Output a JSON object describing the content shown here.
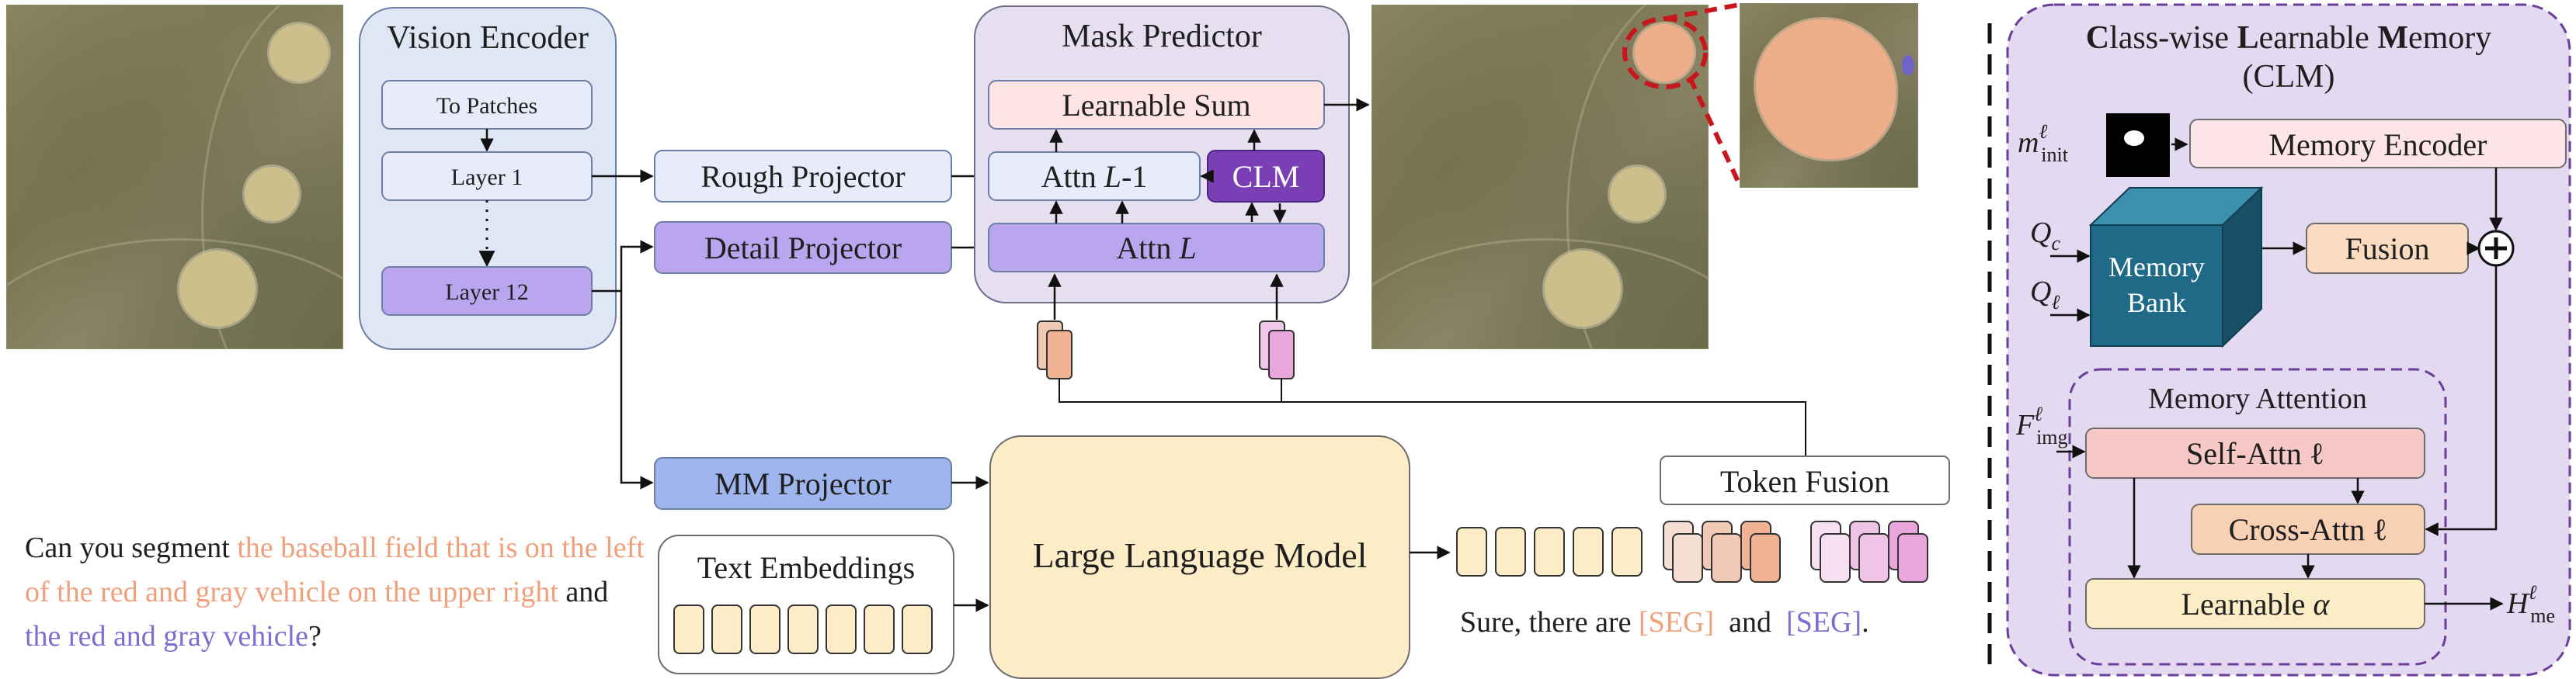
{
  "vision_encoder": {
    "title": "Vision Encoder",
    "to_patches": "To Patches",
    "layer_first": "Layer 1",
    "layer_last": "Layer 12"
  },
  "projectors": {
    "rough": "Rough Projector",
    "detail": "Detail Projector",
    "mm": "MM Projector"
  },
  "mask_predictor": {
    "title": "Mask Predictor",
    "learnable_sum": "Learnable Sum",
    "attn_prev_prefix": "Attn ",
    "attn_prev_var": "L",
    "attn_prev_suffix": "-1",
    "attn_last_prefix": "Attn ",
    "attn_last_var": "L",
    "clm": "CLM"
  },
  "llm": {
    "label": "Large Language Model",
    "text_embeddings": "Text Embeddings",
    "token_fusion": "Token Fusion"
  },
  "question": {
    "part1": "Can you segment ",
    "ref1": "the baseball field that is on the left of the red and gray vehicle on the upper right",
    "part2": " and ",
    "ref2": "the red and gray vehicle",
    "part3": "?"
  },
  "answer": {
    "part1": "Sure, there are ",
    "seg1": "[SEG]",
    "part2": "  and  ",
    "seg2": "[SEG]",
    "part3": "."
  },
  "clm_panel": {
    "title_c": "C",
    "title_lass": "lass-wise ",
    "title_l": "L",
    "title_earnable": "earnable ",
    "title_m": "M",
    "title_emory": "emory",
    "subtitle": "(CLM)",
    "m_init_base": "m",
    "m_init_sup": "ℓ",
    "m_init_sub": "init",
    "memory_encoder": "Memory Encoder",
    "memory_bank_line1": "Memory",
    "memory_bank_line2": "Bank",
    "q_c_base": "Q",
    "q_c_sub": "c",
    "q_l_base": "Q",
    "q_l_sub": "ℓ",
    "fusion": "Fusion",
    "memory_attention": "Memory Attention",
    "f_img_base": "F",
    "f_img_sup": "ℓ",
    "f_img_sub": "img",
    "self_attn": "Self-Attn ℓ",
    "cross_attn": "Cross-Attn ℓ",
    "learnable_alpha_prefix": "Learnable ",
    "learnable_alpha_var": "α",
    "h_me_base": "H",
    "h_me_sup": "ℓ",
    "h_me_sub": "me"
  },
  "colors": {
    "vision_encoder_bg": "#dfe7f4",
    "light_box": "#e8ecfa",
    "detail_purple": "#b9a6ef",
    "mm_blue": "#9fb5ee",
    "mask_predictor_bg": "#e6dff0",
    "learnable_sum": "#fde4e4",
    "clm_dark": "#7b3fb5",
    "llm_yellow": "#fcedc6",
    "token_orange": "#f1b394",
    "token_pink": "#e9a6dc",
    "clm_panel_bg": "#e3d9f0",
    "memory_bank": "#1f6a87",
    "fusion": "#fbdcc0",
    "self_attn": "#f6c9c6",
    "cross_attn": "#f8d0b4",
    "learnable_alpha": "#fbedc6",
    "memory_encoder": "#fde4e6"
  }
}
